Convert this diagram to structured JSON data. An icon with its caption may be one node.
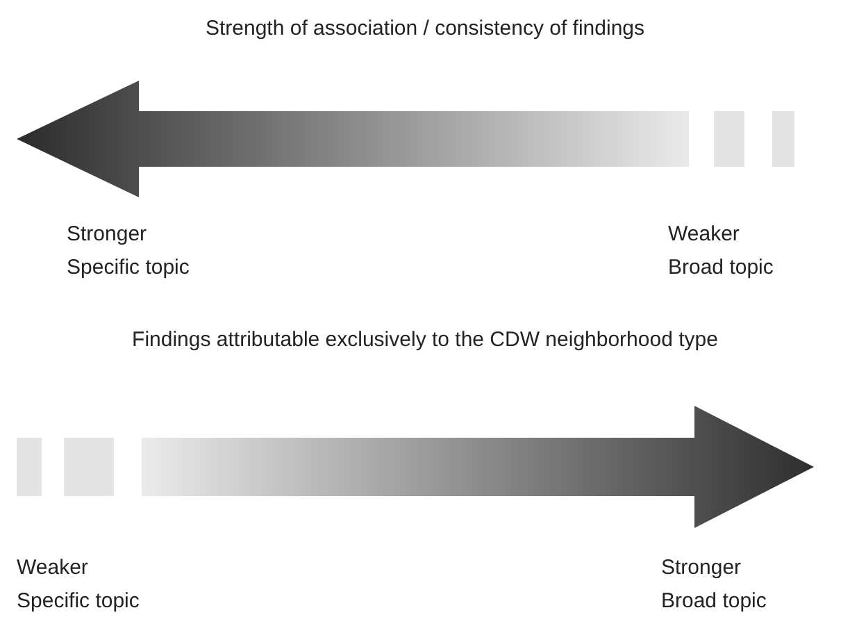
{
  "diagram": {
    "labels": [
      "Strength of association / consistency of findings",
      "Stronger",
      "Specific topic",
      "Weaker",
      "Broad topic",
      "Findings attributable exclusively to the CDW neighborhood type",
      "Weaker",
      "Specific topic",
      "Stronger",
      "Broad topic"
    ]
  }
}
